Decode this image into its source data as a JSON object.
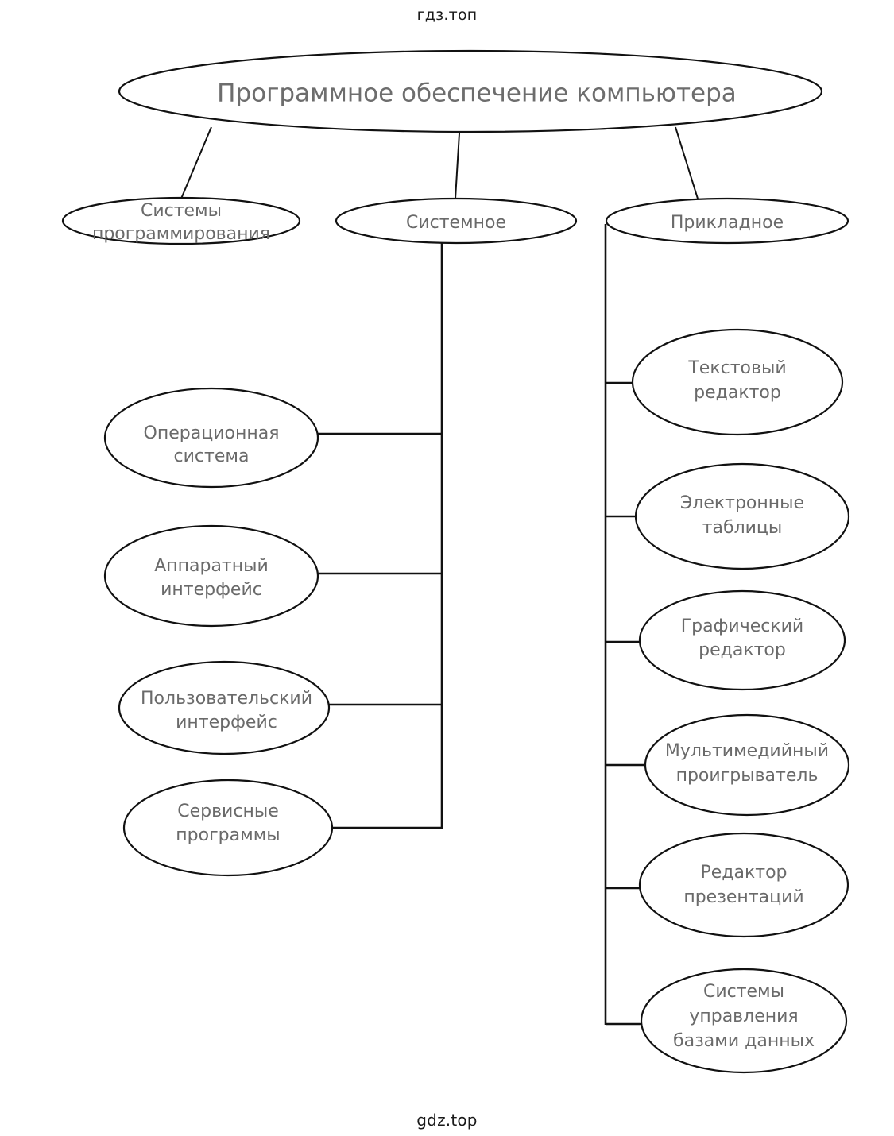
{
  "page": {
    "watermark_top": "гдз.топ",
    "watermark_bottom": "gdz.top",
    "background_color": "#ffffff",
    "line_color": "#111111",
    "text_color": "#6a6a6a"
  },
  "diagram": {
    "type": "tree",
    "title": "Программное обеспечение компьютера",
    "root": {
      "label": "Программное обеспечение компьютера"
    },
    "level1": [
      {
        "label_line1": "Системы",
        "label_line2": "программирования"
      },
      {
        "label_line1": "Системное",
        "label_line2": ""
      },
      {
        "label_line1": "Прикладное",
        "label_line2": ""
      }
    ],
    "system_children": [
      {
        "label_line1": "Операционная",
        "label_line2": "система"
      },
      {
        "label_line1": "Аппаратный",
        "label_line2": "интерфейс"
      },
      {
        "label_line1": "Пользовательский",
        "label_line2": "интерфейс"
      },
      {
        "label_line1": "Сервисные",
        "label_line2": "программы"
      }
    ],
    "application_children": [
      {
        "label_line1": "Текстовый",
        "label_line2": "редактор",
        "label_line3": ""
      },
      {
        "label_line1": "Электронные",
        "label_line2": "таблицы",
        "label_line3": ""
      },
      {
        "label_line1": "Графический",
        "label_line2": "редактор",
        "label_line3": ""
      },
      {
        "label_line1": "Мультимедийный",
        "label_line2": "проигрыватель",
        "label_line3": ""
      },
      {
        "label_line1": "Редактор",
        "label_line2": "презентаций",
        "label_line3": ""
      },
      {
        "label_line1": "Системы",
        "label_line2": "управления",
        "label_line3": "базами данных"
      }
    ]
  }
}
